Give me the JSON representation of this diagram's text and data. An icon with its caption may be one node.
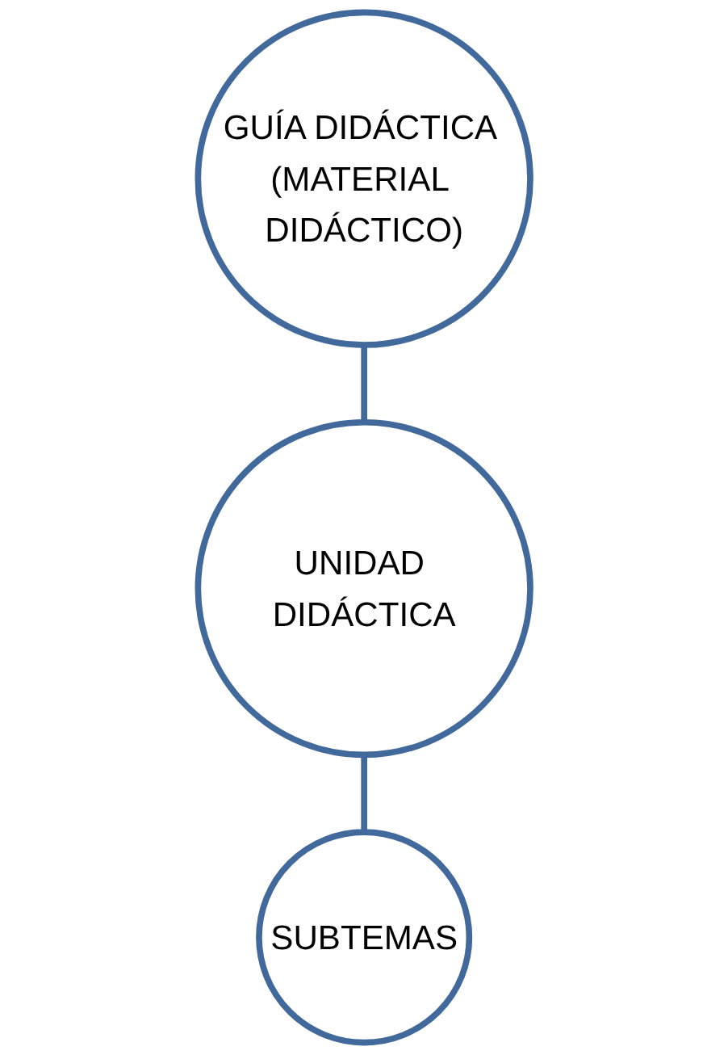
{
  "diagram": {
    "nodes": [
      {
        "text": [
          "GUÍA DIDÁCTICA (MATERIAL DIDÁCTICO)"
        ]
      },
      {
        "text": [
          "UNIDAD DIDÁCTICA"
        ]
      },
      {
        "text": [
          "SUBTEMAS"
        ]
      }
    ],
    "edges": [
      {
        "from": 0,
        "to": 1,
        "arrow": "none"
      },
      {
        "from": 1,
        "to": 2,
        "arrow": "none"
      }
    ]
  }
}
